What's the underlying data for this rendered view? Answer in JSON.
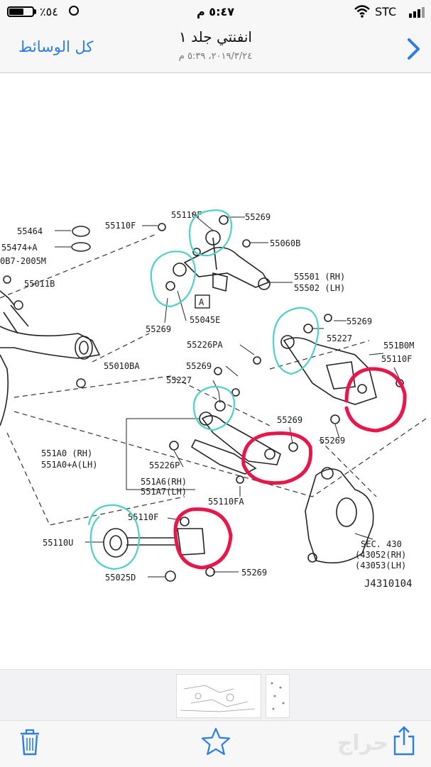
{
  "status_bar": {
    "battery": "٪٥٤",
    "time": "٥:٤٧ م",
    "carrier": "STC"
  },
  "nav": {
    "back_label": "كل الوسائط",
    "title": "انفنتي جلد ١",
    "subtitle": "٢٠١٩/٣/٢٤، ٥:٣٩ م"
  },
  "diagram": {
    "labels": {
      "l55464": "55464",
      "l55474a": "55474+A",
      "l2005m": "0B7-2005M",
      "l55011b": "55011B",
      "l55010ba": "55010BA",
      "l55110f_a": "55110F",
      "l55110f_b": "55110F",
      "l55269_a": "55269",
      "l55060b": "55060B",
      "l55501": "55501 (RH)",
      "l55502": "55502 (LH)",
      "lA": "A",
      "l55045e": "55045E",
      "l55269_b": "55269",
      "l55269_c": "55269",
      "l55227_a": "55227",
      "l55226pa": "55226PA",
      "l551b0m": "551B0M",
      "l55110f_c": "55110F",
      "l55269_d": "55269",
      "l55227_b": "55227",
      "l55269_e": "55269",
      "l551a0": "551A0 (RH)",
      "l551a0a": "551A0+A(LH)",
      "l55226p": "55226P",
      "l55269_f": "55269",
      "l551a6": "551A6(RH)",
      "l551a7": "551A7(LH)",
      "l55110fa": "55110FA",
      "l55110f_d": "55110F",
      "l55110u": "55110U",
      "l55025d": "55025D",
      "l55269_g": "55269",
      "lsec": "SEC. 430",
      "l43052": "(43052(RH)",
      "l43053": "(43053(LH)",
      "lj": "J4310104"
    }
  },
  "colors": {
    "accent": "#2a7ee6",
    "teal_marker": "#4fd0c8",
    "red_marker": "#e8174a"
  },
  "toolbar": {
    "icons": [
      "trash-icon",
      "star-icon",
      "share-icon"
    ],
    "watermark": "حراج"
  }
}
